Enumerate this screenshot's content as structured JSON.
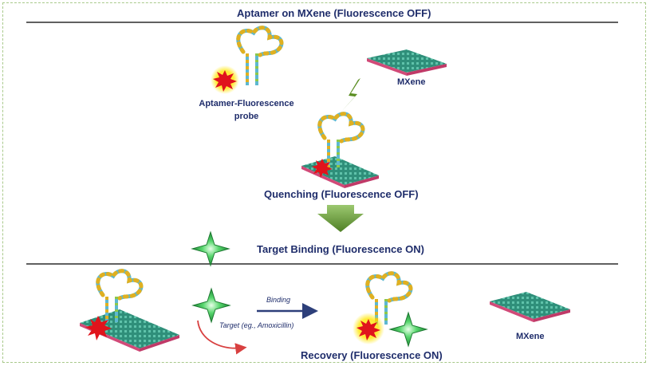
{
  "diagram": {
    "title_top": "Aptamer on MXene (Fluorescence OFF)",
    "label_probe": "Aptamer-Fluorescence\nprobe",
    "label_mxene_top": "MXene",
    "label_quenching": "Quenching (Fluorescence OFF)",
    "title_middle": "Target Binding (Fluorescence ON)",
    "label_binding": "Binding",
    "label_target": "Target (eg., Amoxicillin)",
    "label_recovery": "Recovery (Fluorescence ON)",
    "label_mxene_bottom": "MXene"
  },
  "colors": {
    "text": "#1f2d6b",
    "divider": "#000000",
    "frame": "#a8c98a",
    "mxene_top": "#2f8f7a",
    "mxene_side": "#d14a78",
    "star": "#3cc25a",
    "burst": "#e0141c",
    "glow": "#ffe600",
    "arrow_green": "#5a8f2e",
    "arrow_blue": "#2d3f7a",
    "curve_red": "#d84040"
  }
}
